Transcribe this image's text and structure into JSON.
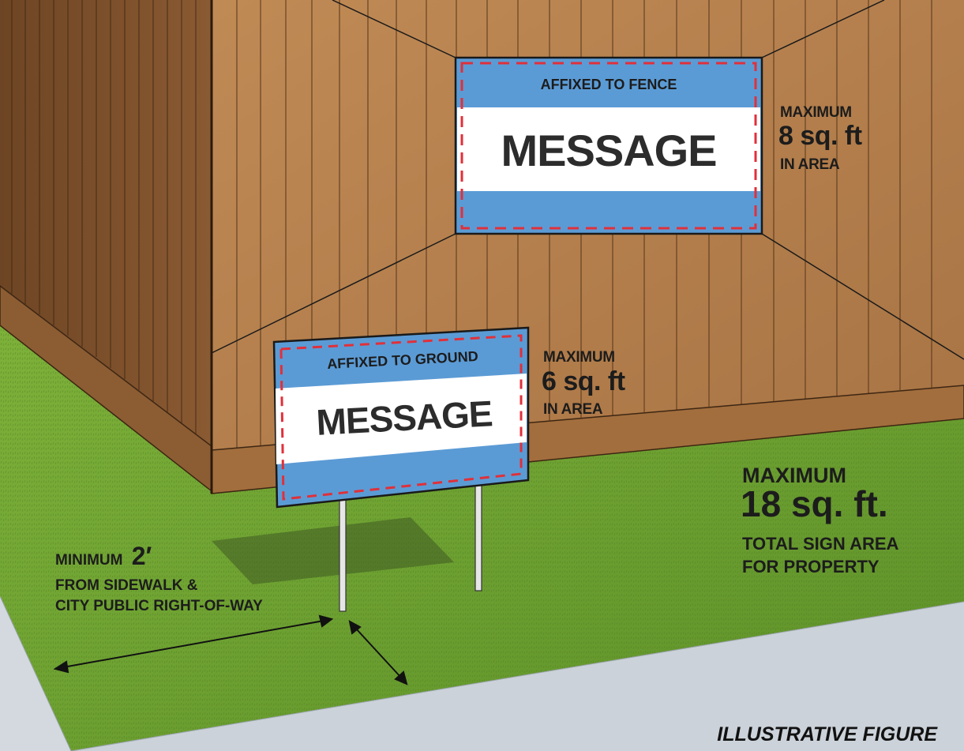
{
  "fence_sign": {
    "title": "AFFIXED TO FENCE",
    "message": "MESSAGE"
  },
  "ground_sign": {
    "title": "AFFIXED TO GROUND",
    "message": "MESSAGE"
  },
  "fence_limit": {
    "line1": "MAXIMUM",
    "line2": "8 sq. ft",
    "line3": "IN AREA"
  },
  "ground_limit": {
    "line1": "MAXIMUM",
    "line2": "6 sq. ft",
    "line3": "IN AREA"
  },
  "total_limit": {
    "line1": "MAXIMUM",
    "line2": "18 sq. ft.",
    "line3": "TOTAL SIGN AREA",
    "line4": "FOR PROPERTY"
  },
  "setback": {
    "prefix": "MINIMUM",
    "distance": "2′",
    "line2": "FROM SIDEWALK &",
    "line3": "CITY PUBLIC RIGHT-OF-WAY"
  },
  "caption": "ILLUSTRATIVE FIGURE",
  "colors": {
    "sign_blue": "#5b9bd5",
    "dashed_outline": "#e0303a",
    "wood": "#b9854f",
    "grass": "#6a9e2e",
    "sidewalk": "#c8d0d8"
  }
}
